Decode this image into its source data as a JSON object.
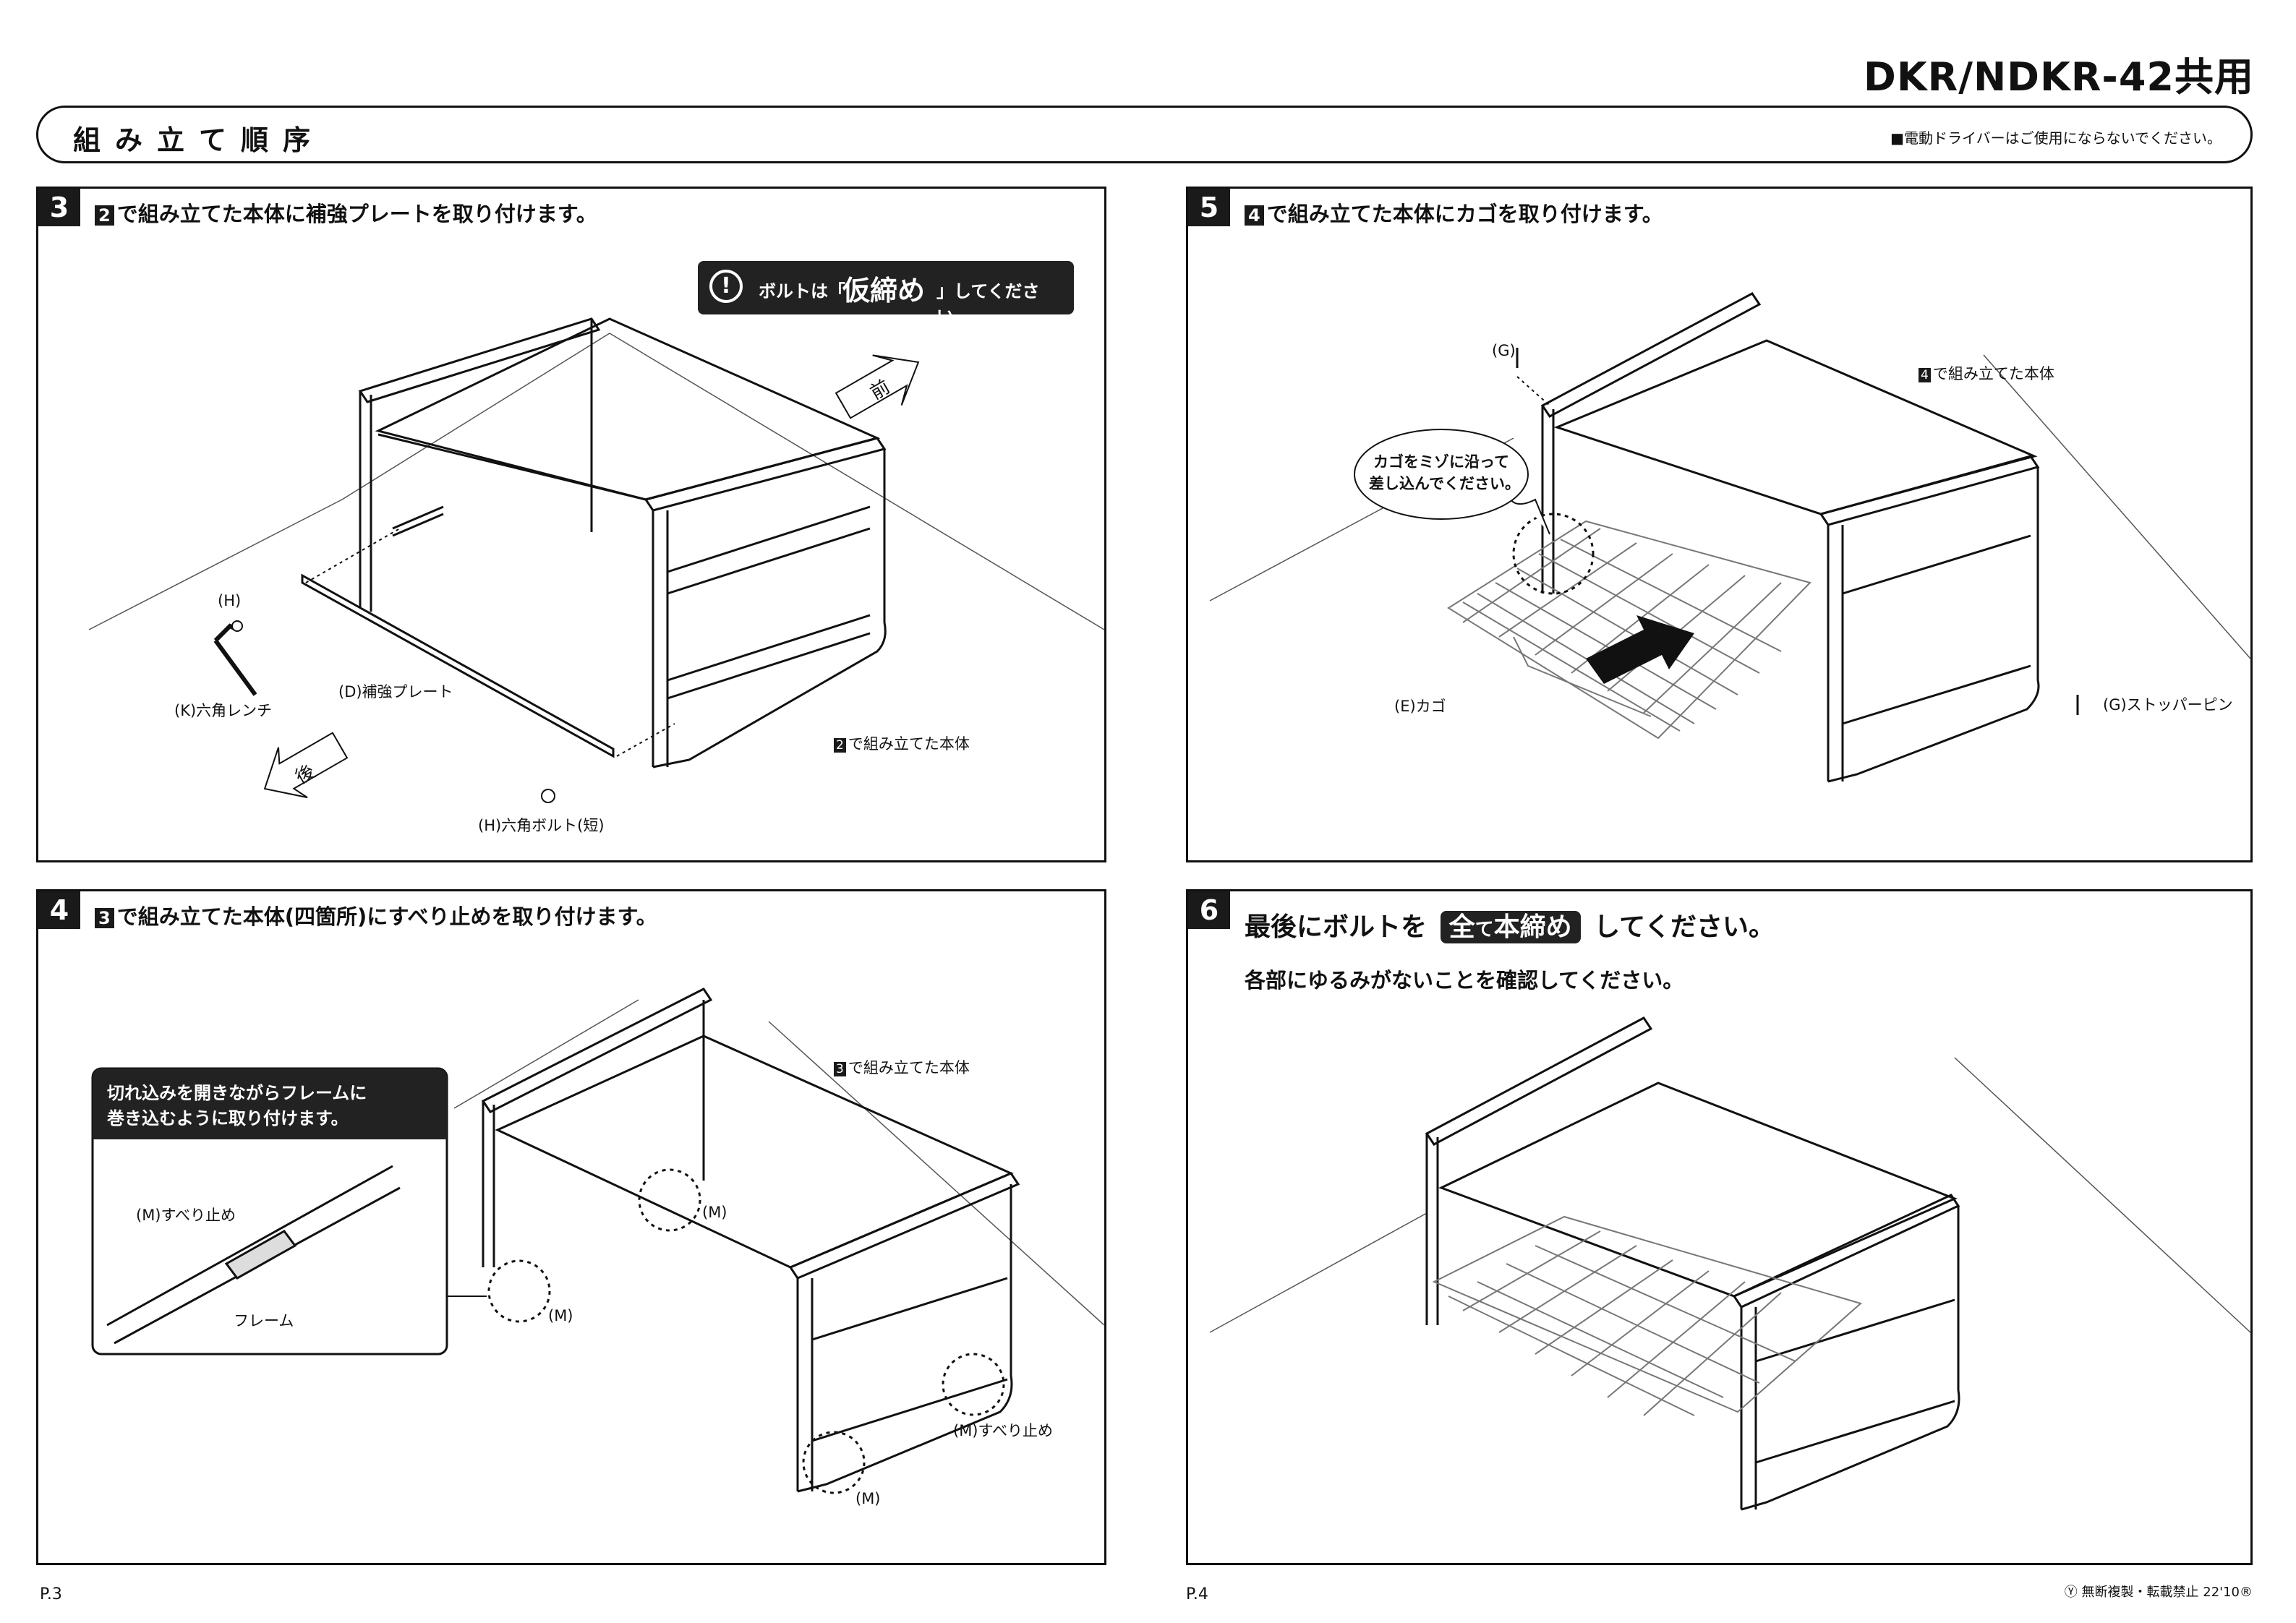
{
  "header": {
    "model": "DKR/NDKR-42共用",
    "title": "組み立て順序",
    "note": "■電動ドライバーはご使用にならないでください。"
  },
  "step3": {
    "num": "3",
    "badge": "2",
    "title": "で組み立てた本体に補強プレートを取り付けます。",
    "warn_pre": "ボルトは「",
    "warn_mid": "仮締め",
    "warn_post": "」してください。",
    "front": "前",
    "back": "後",
    "l_h": "(H)",
    "l_k": "(K)六角レンチ",
    "l_d": "(D)補強プレート",
    "l_body_badge": "2",
    "l_body": "で組み立てた本体",
    "l_hb": "(H)六角ボルト(短)"
  },
  "step4": {
    "num": "4",
    "badge": "3",
    "title": "で組み立てた本体(四箇所)にすべり止めを取り付けます。",
    "callout_1": "切れ込みを開きながらフレームに",
    "callout_2": "巻き込むように取り付けます。",
    "l_m_slip": "(M)すべり止め",
    "l_frame": "フレーム",
    "l_body_badge": "3",
    "l_body": "で組み立てた本体",
    "l_m1": "(M)",
    "l_m2": "(M)",
    "l_m3": "(M)すべり止め",
    "l_m4": "(M)"
  },
  "step5": {
    "num": "5",
    "badge": "4",
    "title": "で組み立てた本体にカゴを取り付けます。",
    "l_g": "(G)",
    "l_body_badge": "4",
    "l_body": "で組み立てた本体",
    "bubble_1": "カゴをミゾに沿って",
    "bubble_2": "差し込んでください。",
    "l_e": "(E)カゴ",
    "l_gs": "(G)ストッパーピン"
  },
  "step6": {
    "num": "6",
    "t_pre": "最後にボルトを",
    "t_box1": "全",
    "t_box2": "て",
    "t_box3": "本締め",
    "t_post": "してください。",
    "sub": "各部にゆるみがないことを確認してください。"
  },
  "footer": {
    "p3": "P.3",
    "p4": "P.4",
    "copy": "Ⓨ 無断複製・転載禁止 22'10®"
  }
}
